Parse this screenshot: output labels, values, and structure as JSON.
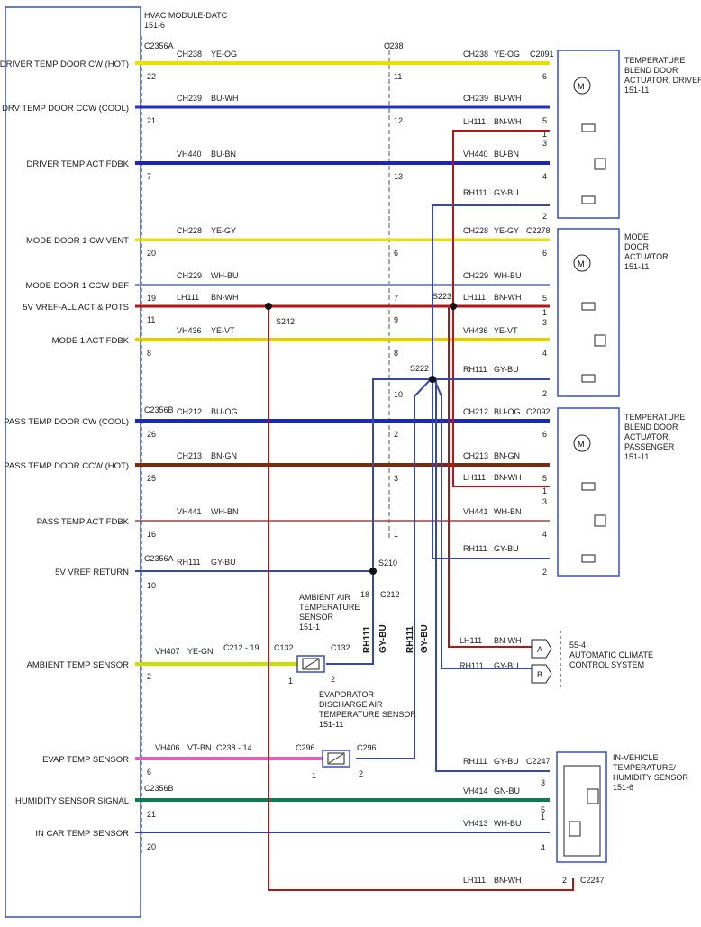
{
  "colors": {
    "frame": "#3b4fb8",
    "YE-OG": "#e8e000",
    "BU-WH": "#2030c0",
    "BU-BN": "#1a22c8",
    "BN-WH": "#b01818",
    "GY-BU": "#3848a8",
    "YE-GY": "#e8e000",
    "WH-BU": "#8090e0",
    "YE-VT": "#e0d000",
    "BU-OG": "#1828b8",
    "BN-GN": "#7a2a10",
    "WH-BN": "#a04040",
    "YE-GN": "#c8e000",
    "VT-BN": "#e060c0",
    "GN-BU": "#107a50",
    "WH-BU2": "#3040b0"
  },
  "module": {
    "title": "HVAC MODULE-DATC",
    "ref": "151-6"
  },
  "pins": [
    {
      "label": "DRIVER TEMP DOOR CW (HOT)",
      "pin": "22",
      "circuit": "CH238",
      "color_code": "YE-OG",
      "connector": "C2356A"
    },
    {
      "label": "DRV TEMP DOOR CCW (COOL)",
      "pin": "21",
      "circuit": "CH239",
      "color_code": "BU-WH"
    },
    {
      "label": "DRIVER TEMP ACT FDBK",
      "pin": "7",
      "circuit": "VH440",
      "color_code": "BU-BN"
    },
    {
      "label": "MODE DOOR 1 CW VENT",
      "pin": "20",
      "circuit": "CH228",
      "color_code": "YE-GY"
    },
    {
      "label": "MODE DOOR 1 CCW DEF",
      "pin": "19",
      "circuit": "CH229",
      "color_code": "WH-BU"
    },
    {
      "label": "5V VREF-ALL ACT & POTS",
      "pin": "11",
      "circuit": "LH111",
      "color_code": "BN-WH"
    },
    {
      "label": "MODE 1 ACT FDBK",
      "pin": "8",
      "circuit": "VH436",
      "color_code": "YE-VT"
    },
    {
      "label": "PASS TEMP DOOR CW (COOL)",
      "pin": "26",
      "circuit": "CH212",
      "color_code": "BU-OG",
      "connector": "C2356B"
    },
    {
      "label": "PASS TEMP DOOR CCW (HOT)",
      "pin": "25",
      "circuit": "CH213",
      "color_code": "BN-GN"
    },
    {
      "label": "PASS TEMP ACT FDBK",
      "pin": "16",
      "circuit": "VH441",
      "color_code": "WH-BN"
    },
    {
      "label": "5V VREF RETURN",
      "pin": "10",
      "circuit": "RH111",
      "color_code": "GY-BU",
      "connector": "C2356A"
    },
    {
      "label": "AMBIENT TEMP SENSOR",
      "pin": "2",
      "circuit": "VH407",
      "color_code": "YE-GN"
    },
    {
      "label": "EVAP TEMP SENSOR",
      "pin": "6",
      "circuit": "VH406",
      "color_code": "VT-BN"
    },
    {
      "label": "HUMIDITY SENSOR SIGNAL",
      "pin": "21",
      "connector": "C2356B"
    },
    {
      "label": "IN CAR TEMP SENSOR",
      "pin": "20"
    }
  ],
  "inline": {
    "connector": "C238",
    "pins": [
      "11",
      "12",
      "13",
      "6",
      "7",
      "9",
      "8",
      "10",
      "2",
      "3",
      "1"
    ]
  },
  "actuators": [
    {
      "name": "TEMPERATURE BLEND DOOR ACTUATOR, DRIVER",
      "lines": [
        "TEMPERATURE",
        "BLEND DOOR",
        "ACTUATOR, DRIVER",
        "151-11"
      ],
      "connector": "C2091"
    },
    {
      "name": "MODE DOOR ACTUATOR",
      "lines": [
        "MODE",
        "DOOR",
        "ACTUATOR",
        "151-11"
      ],
      "connector": "C2278"
    },
    {
      "name": "TEMPERATURE BLEND DOOR ACTUATOR, PASSENGER",
      "lines": [
        "TEMPERATURE",
        "BLEND DOOR",
        "ACTUATOR,",
        "PASSENGER",
        "151-11"
      ],
      "connector": "C2092"
    }
  ],
  "right_wires": {
    "driver": [
      {
        "circuit": "CH238",
        "color_code": "YE-OG",
        "pin": "6"
      },
      {
        "circuit": "CH239",
        "color_code": "BU-WH",
        "pin": "5"
      },
      {
        "circuit": "LH111",
        "color_code": "BN-WH",
        "pin": "1"
      },
      {
        "circuit": "VH440",
        "color_code": "BU-BN",
        "pin": "4"
      },
      {
        "circuit": "RH111",
        "color_code": "GY-BU",
        "pin": "2"
      }
    ],
    "mode": [
      {
        "circuit": "CH228",
        "color_code": "YE-GY",
        "pin": "6"
      },
      {
        "circuit": "CH229",
        "color_code": "WH-BU",
        "pin": "5"
      },
      {
        "circuit": "LH111",
        "color_code": "BN-WH",
        "pin": "1"
      },
      {
        "circuit": "VH436",
        "color_code": "YE-VT",
        "pin": "4"
      },
      {
        "circuit": "RH111",
        "color_code": "GY-BU",
        "pin": "2"
      }
    ],
    "pass": [
      {
        "circuit": "CH212",
        "color_code": "BU-OG",
        "pin": "6"
      },
      {
        "circuit": "CH213",
        "color_code": "BN-GN",
        "pin": "5"
      },
      {
        "circuit": "LH111",
        "color_code": "BN-WH",
        "pin": "1"
      },
      {
        "circuit": "VH441",
        "color_code": "WH-BN",
        "pin": "4"
      },
      {
        "circuit": "RH111",
        "color_code": "GY-BU",
        "pin": "2"
      }
    ],
    "pin3": "3"
  },
  "splices": {
    "s242": "S242",
    "s223": "S223",
    "s222": "S222",
    "s210": "S210"
  },
  "ambient": {
    "lines": [
      "AMBIENT AIR",
      "TEMPERATURE",
      "SENSOR",
      "151-1"
    ],
    "connector": "C132",
    "inline_ref": "C212 - 19",
    "pin_left": "1",
    "pin_right": "2",
    "c212": "C212",
    "c212_pin": "18"
  },
  "evap": {
    "lines": [
      "EVAPORATOR",
      "DISCHARGE AIR",
      "TEMPERATURE SENSOR",
      "151-11"
    ],
    "connector": "C296",
    "inline_ref": "C238 - 14",
    "pin_left": "1",
    "pin_right": "2"
  },
  "vertical_labels": [
    "RH111",
    "GY-BU"
  ],
  "acc": {
    "title_lines": [
      "55-4",
      "AUTOMATIC CLIMATE",
      "CONTROL SYSTEM"
    ],
    "a": {
      "circuit": "LH111",
      "color_code": "BN-WH",
      "letter": "A"
    },
    "b": {
      "circuit": "RH111",
      "color_code": "GY-BU",
      "letter": "B"
    }
  },
  "invehicle": {
    "lines": [
      "IN-VEHICLE",
      "TEMPERATURE/",
      "HUMIDITY SENSOR",
      "151-6"
    ],
    "connector": "C2247",
    "wires": [
      {
        "circuit": "RH111",
        "color_code": "GY-BU",
        "pin": "3"
      },
      {
        "circuit": "VH414",
        "color_code": "GN-BU",
        "pin": "5"
      },
      {
        "circuit": "VH413",
        "color_code": "WH-BU",
        "pin": "1"
      }
    ],
    "pin4": "4",
    "bottom": {
      "circuit": "LH111",
      "color_code": "BN-WH",
      "pin": "2",
      "connector": "C2247"
    }
  }
}
